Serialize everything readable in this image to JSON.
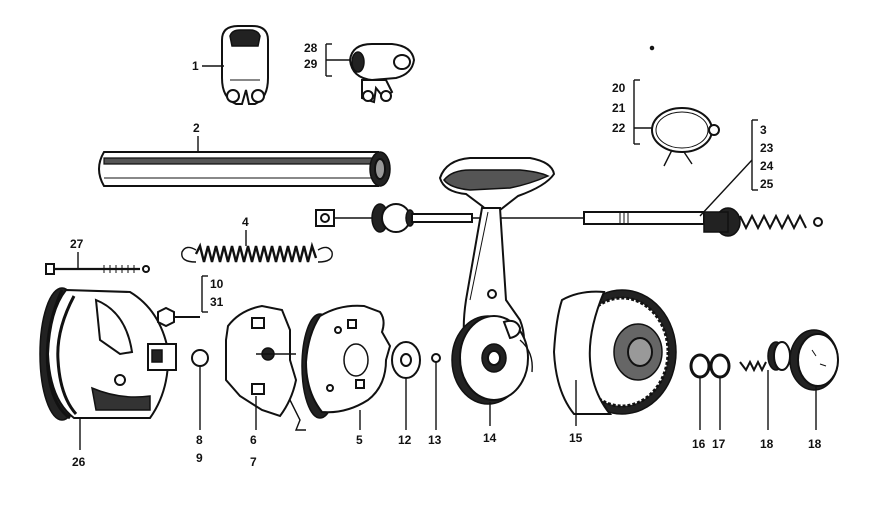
{
  "diagram": {
    "labels": {
      "p1": "1",
      "p2": "2",
      "p4": "4",
      "p27": "27",
      "p28": "28",
      "p29": "29",
      "p20": "20",
      "p21": "21",
      "p22": "22",
      "p3": "3",
      "p23": "23",
      "p24": "24",
      "p25": "25",
      "p10": "10",
      "p31": "31",
      "p8": "8",
      "p9": "9",
      "p6": "6",
      "p7": "7",
      "p5": "5",
      "p12": "12",
      "p13": "13",
      "p14": "14",
      "p15": "15",
      "p16": "16",
      "p17": "17",
      "p18a": "18",
      "p18b": "18",
      "p26": "26"
    }
  }
}
